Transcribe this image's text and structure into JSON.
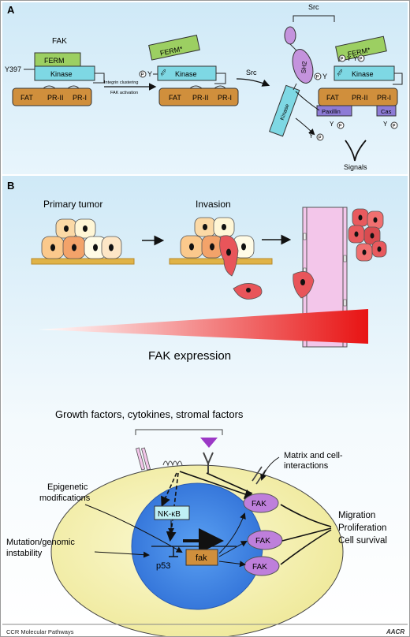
{
  "panel_a": {
    "label": "A",
    "fak_title": "FAK",
    "y397": "Y397",
    "ferm": "FERM",
    "ferm_star": "FERM*",
    "kinase": "Kinase",
    "fat": "FAT",
    "pr2": "PR-II",
    "pr1": "PR-I",
    "arrow_text_1": "Integrin clustering",
    "arrow_text_2": "FAK activation",
    "src": "Src",
    "src_top": "Src",
    "sh2": "SH2",
    "atp": "ATP",
    "p": "P",
    "y": "Y",
    "paxillin": "Paxillin",
    "cas": "Cas",
    "signals": "Signals"
  },
  "panel_b": {
    "label": "B",
    "primary_tumor": "Primary tumor",
    "invasion": "Invasion",
    "fak_expression": "FAK expression"
  },
  "panel_c": {
    "growth_factors": "Growth factors, cytokines, stromal factors",
    "matrix_1": "Matrix and cell-",
    "matrix_2": "interactions",
    "epigenetic_1": "Epigenetic",
    "epigenetic_2": "modifications",
    "mutation_1": "Mutation/genomic",
    "mutation_2": "instability",
    "nfkb": "NK-κB",
    "p53": "p53",
    "fak_gene": "fak",
    "fak_protein": "FAK",
    "out_1": "Migration",
    "out_2": "Proliferation",
    "out_3": "Cell survival"
  },
  "footer": {
    "left": "CCR Molecular Pathways",
    "right": "AACR"
  },
  "colors": {
    "background_blue": "#d4ecf9",
    "fat": "#d08f3c",
    "kinase": "#7ed8e4",
    "ferm": "#9ccf62",
    "src": "#c493dd",
    "fak_oval": "#be7fdb",
    "gradient_end": "#e81313",
    "cell_body": "#f6f3b4",
    "nucleus": "#3b7fe0"
  }
}
